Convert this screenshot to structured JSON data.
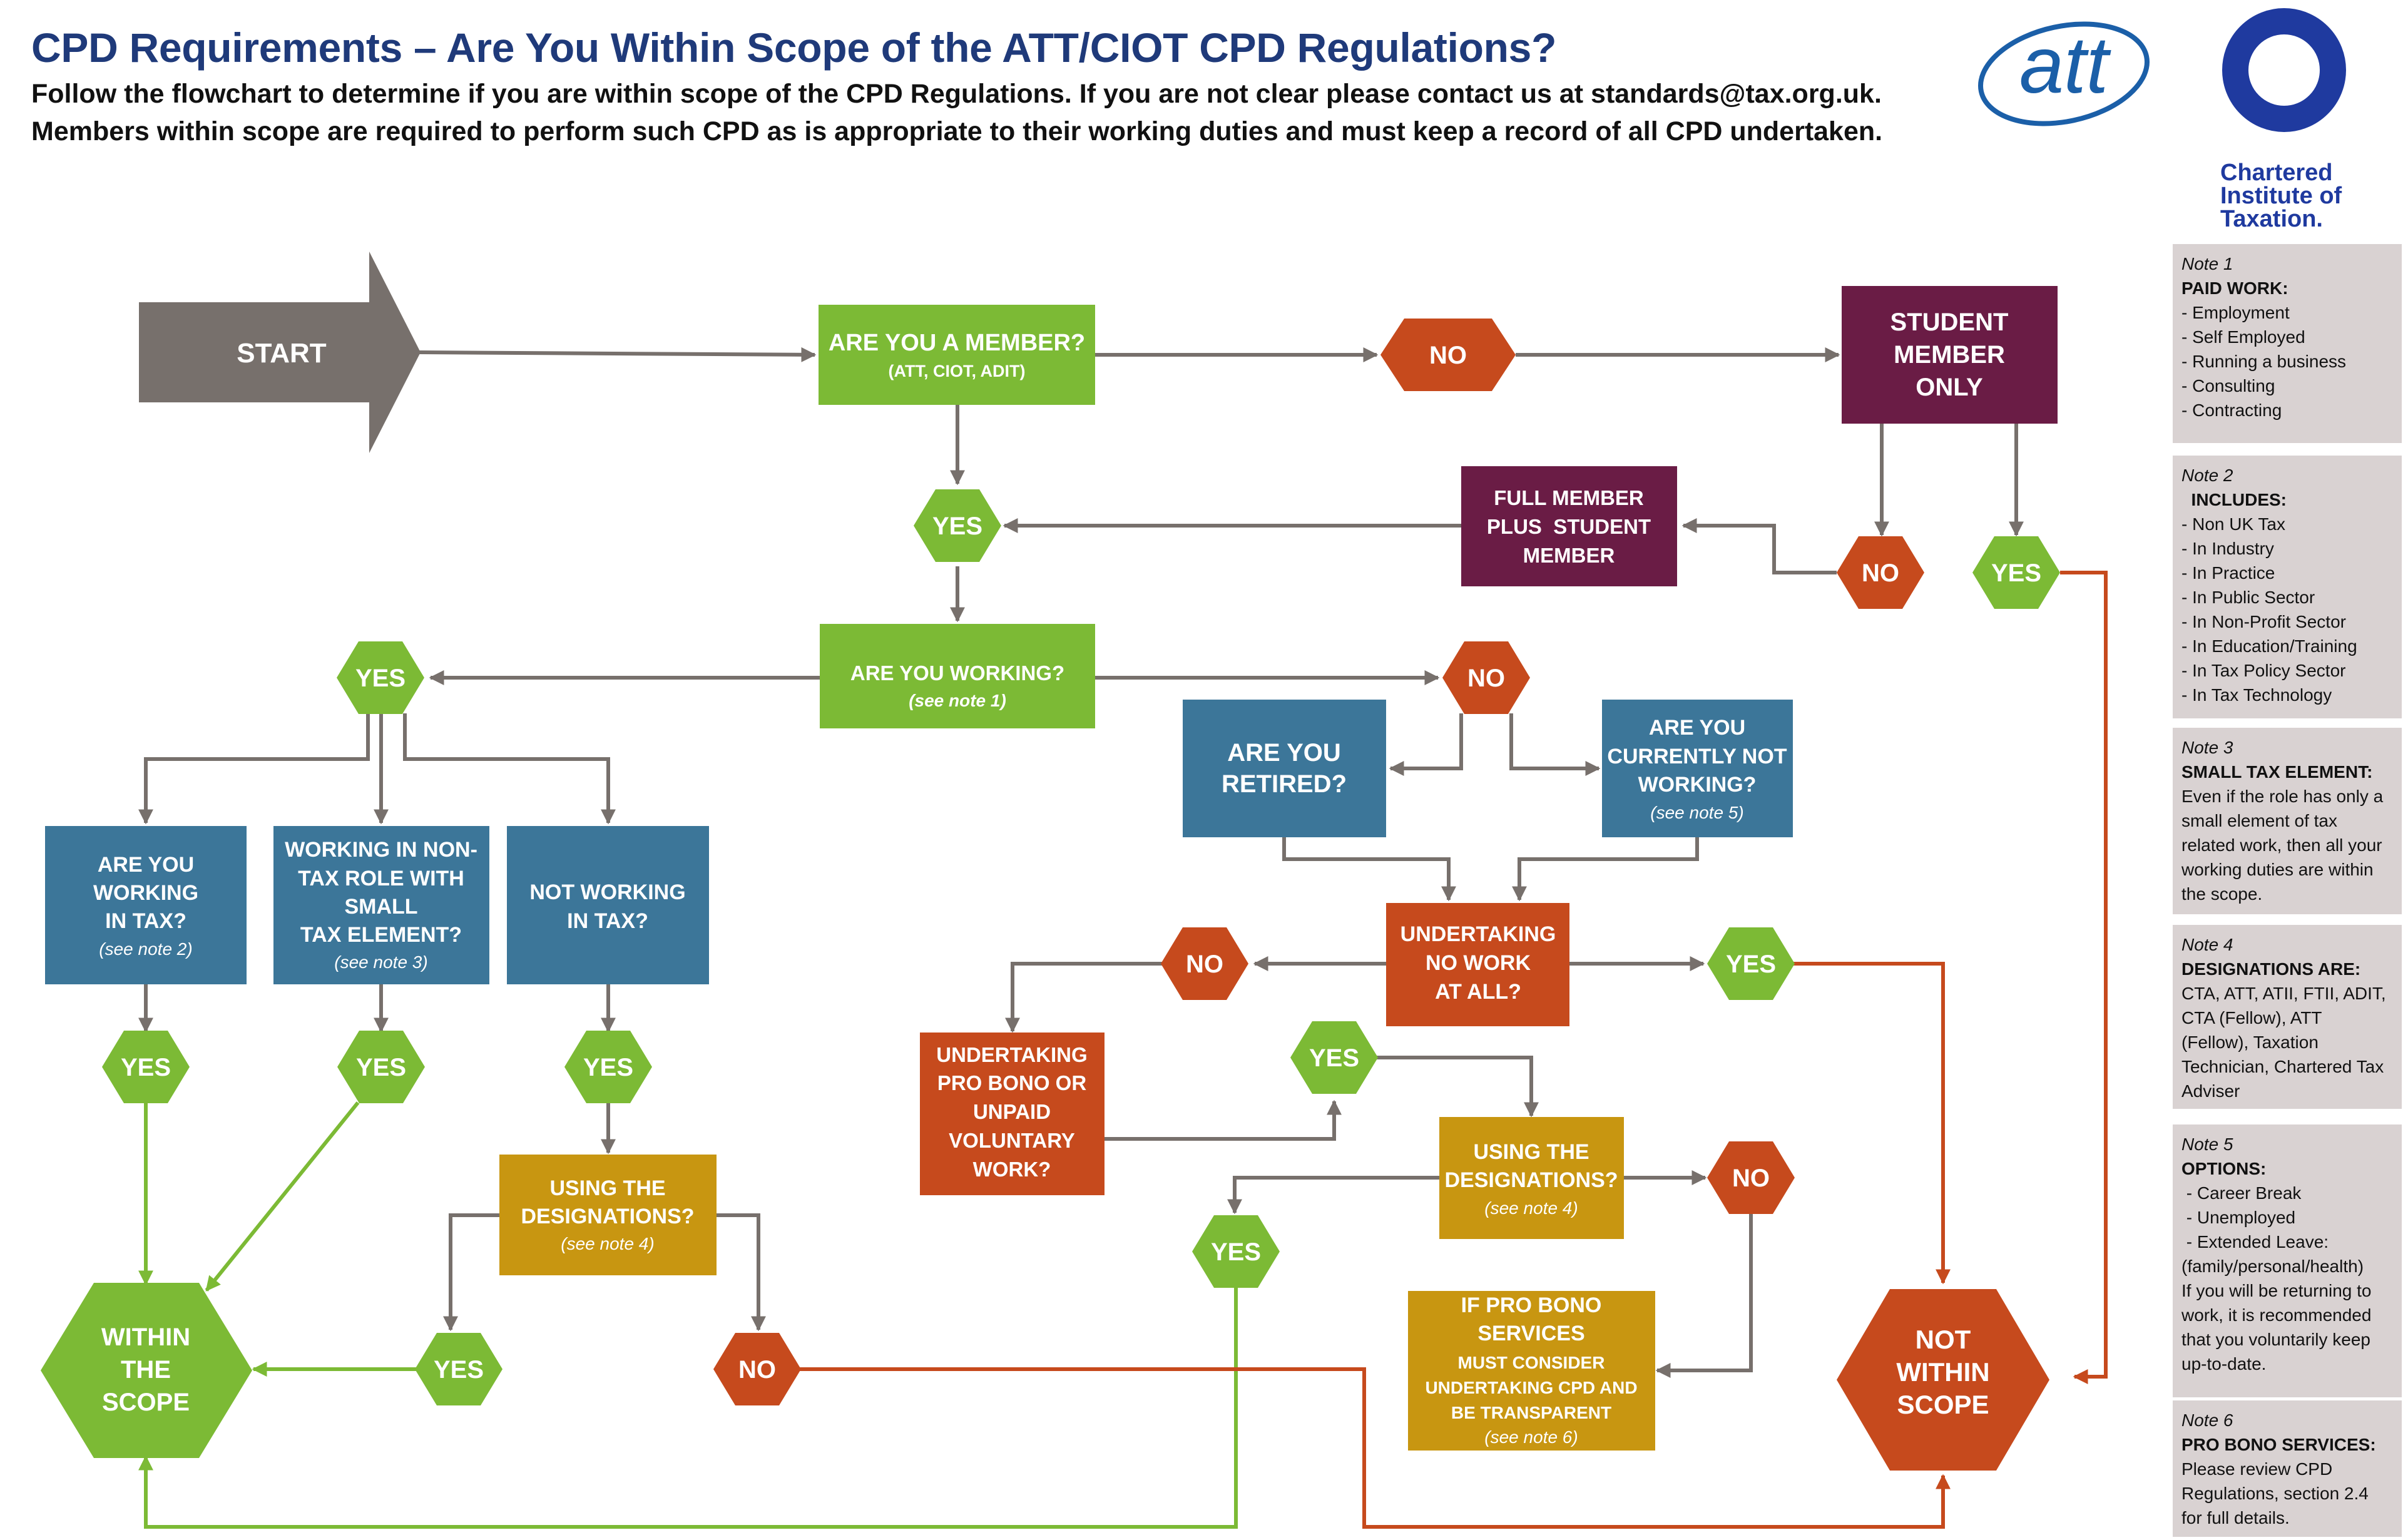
{
  "header": {
    "title": "CPD Requirements – Are You Within Scope of the ATT/CIOT CPD Regulations?",
    "line1": "Follow the flowchart to determine if you are within scope of the CPD Regulations. If you are not clear please contact us at standards@tax.org.uk.",
    "line2": "Members within scope are required to perform such CPD as is appropriate to their working duties and must keep a record of all CPD undertaken."
  },
  "logos": {
    "att": "att",
    "ciot": [
      "Chartered",
      "Institute of",
      "Taxation."
    ]
  },
  "colors": {
    "green": "#7cba35",
    "orange": "#c64a1d",
    "blue": "#3c7699",
    "purple": "#6a1c45",
    "gold": "#c89611",
    "gray": "#77706c",
    "navy": "#1f3a7a",
    "note_bg": "#d9d2d2"
  },
  "flow": {
    "start": "START",
    "member": {
      "title": "ARE YOU A MEMBER?",
      "sub": "(ATT, CIOT, ADIT)"
    },
    "no_member": "NO",
    "student": [
      "STUDENT",
      "MEMBER",
      "ONLY"
    ],
    "yes_member": "YES",
    "full_member": [
      "FULL MEMBER",
      "PLUS  STUDENT",
      "MEMBER"
    ],
    "no_student": "NO",
    "yes_student": "YES",
    "working": {
      "title": "ARE YOU WORKING?",
      "sub": "(see note 1)"
    },
    "yes_working": "YES",
    "no_working": "NO",
    "retired": [
      "ARE YOU",
      "RETIRED?"
    ],
    "not_working": {
      "lines": [
        "ARE YOU",
        "CURRENTLY NOT",
        "WORKING?"
      ],
      "sub": "(see note 5)"
    },
    "in_tax": {
      "lines": [
        "ARE YOU",
        "WORKING",
        "IN TAX?"
      ],
      "sub": "(see note 2)"
    },
    "non_tax": {
      "lines": [
        "WORKING IN NON-",
        "TAX ROLE WITH",
        "SMALL",
        "TAX ELEMENT?"
      ],
      "sub": "(see note 3)"
    },
    "not_in_tax": [
      "NOT WORKING",
      "IN TAX?"
    ],
    "yes_in_tax": "YES",
    "yes_non_tax": "YES",
    "yes_not_in_tax": "YES",
    "designations_left": {
      "lines": [
        "USING THE",
        "DESIGNATIONS?"
      ],
      "sub": "(see note 4)"
    },
    "yes_desig_left": "YES",
    "no_desig_left": "NO",
    "within": [
      "WITHIN",
      "THE",
      "SCOPE"
    ],
    "no_work": [
      "UNDERTAKING",
      "NO WORK",
      "AT ALL?"
    ],
    "no_no_work": "NO",
    "yes_no_work": "YES",
    "pro_bono": [
      "UNDERTAKING",
      "PRO BONO OR",
      "UNPAID",
      "VOLUNTARY",
      "WORK?"
    ],
    "yes_pro_bono": "YES",
    "designations_right": {
      "lines": [
        "USING THE",
        "DESIGNATIONS?"
      ],
      "sub": "(see note 4)"
    },
    "no_desig_right": "NO",
    "yes_desig_right": "YES",
    "pro_bono_services": {
      "lines": [
        "IF PRO BONO",
        "SERVICES"
      ],
      "small": [
        "MUST CONSIDER",
        "UNDERTAKING CPD AND",
        "BE TRANSPARENT"
      ],
      "sub": "(see note 6)"
    },
    "not_within": [
      "NOT",
      "WITHIN",
      "SCOPE"
    ]
  },
  "notes": [
    {
      "title": "Note 1",
      "heading": "PAID WORK:",
      "items": [
        "- Employment",
        "- Self Employed",
        "- Running a business",
        "- Consulting",
        "- Contracting"
      ],
      "text": ""
    },
    {
      "title": "Note 2",
      "heading": "  INCLUDES:",
      "items": [
        "- Non UK Tax",
        "- In Industry",
        "- In Practice",
        "- In Public Sector",
        "- In Non-Profit Sector",
        "- In Education/Training",
        "- In Tax Policy Sector",
        "- In Tax Technology"
      ],
      "text": ""
    },
    {
      "title": "Note 3",
      "heading": "SMALL TAX ELEMENT:",
      "items": [],
      "text": "Even if the role has only a small element of tax related work, then all your working duties are within the scope."
    },
    {
      "title": "Note 4",
      "heading": "DESIGNATIONS ARE:",
      "items": [],
      "text": "CTA, ATT, ATII, FTII, ADIT, CTA (Fellow), ATT (Fellow), Taxation Technician, Chartered Tax Adviser"
    },
    {
      "title": "Note 5",
      "heading": "OPTIONS:",
      "items": [
        " - Career Break",
        " - Unemployed",
        " - Extended Leave:",
        "(family/personal/health)"
      ],
      "text": "If you will be returning to work, it is recommended that you voluntarily keep up-to-date."
    },
    {
      "title": "Note 6",
      "heading": "PRO BONO SERVICES:",
      "items": [],
      "text": "Please review CPD Regulations, section 2.4 for full details."
    }
  ]
}
